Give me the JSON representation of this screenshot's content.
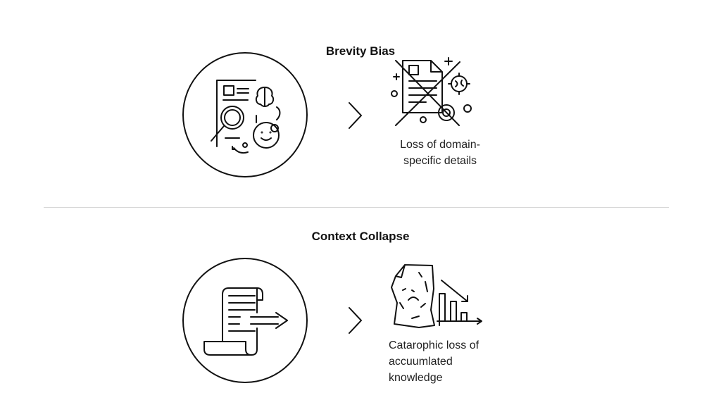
{
  "sections": [
    {
      "title": "Brevity Bias",
      "caption_lines": [
        "Loss of domain-",
        "specific details"
      ],
      "left_icon": "document-search-brain-icon",
      "right_icon": "crossed-document-gears-icon"
    },
    {
      "title": "Context Collapse",
      "caption_lines": [
        "Catarophic loss of",
        "accuumlated",
        "knowledge"
      ],
      "left_icon": "scroll-arrow-icon",
      "right_icon": "crumpled-paper-declining-chart-icon"
    }
  ],
  "colors": {
    "stroke": "#111111",
    "divider": "#d6d6d6"
  }
}
